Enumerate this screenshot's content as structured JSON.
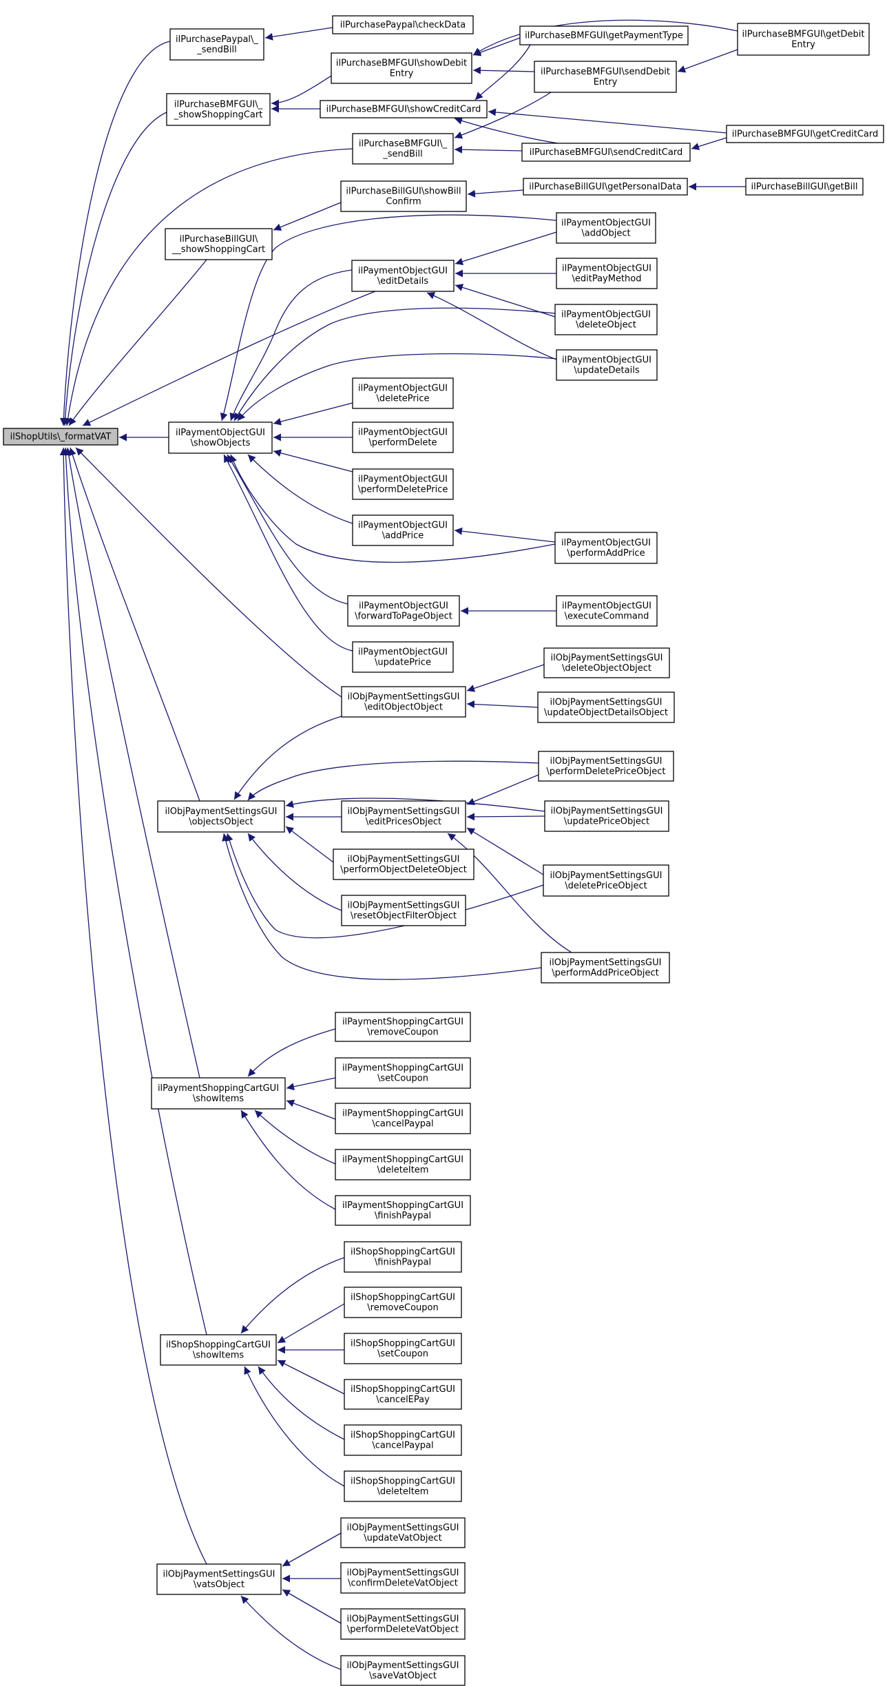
{
  "graph": {
    "edge_color": "#191970",
    "node_border_color": "#000000",
    "root_fill": "#bfbfbf",
    "node_fill": "#ffffff",
    "root": "root",
    "nodes": [
      {
        "id": "root",
        "lines": [
          "ilShopUtils\\_formatVAT"
        ]
      },
      {
        "id": "pp_send",
        "lines": [
          "ilPurchasePaypal\\_",
          "_sendBill"
        ]
      },
      {
        "id": "pp_check",
        "lines": [
          "ilPurchasePaypal\\checkData"
        ]
      },
      {
        "id": "bmf_cart",
        "lines": [
          "ilPurchaseBMFGUI\\_",
          "_showShoppingCart"
        ]
      },
      {
        "id": "bmf_showdebit",
        "lines": [
          "ilPurchaseBMFGUI\\showDebit",
          "Entry"
        ]
      },
      {
        "id": "bmf_paytype",
        "lines": [
          "ilPurchaseBMFGUI\\getPaymentType"
        ]
      },
      {
        "id": "bmf_getdebit",
        "lines": [
          "ilPurchaseBMFGUI\\getDebit",
          "Entry"
        ]
      },
      {
        "id": "bmf_senddebit",
        "lines": [
          "ilPurchaseBMFGUI\\sendDebit",
          "Entry"
        ]
      },
      {
        "id": "bmf_showcc",
        "lines": [
          "ilPurchaseBMFGUI\\showCreditCard"
        ]
      },
      {
        "id": "bmf_send",
        "lines": [
          "ilPurchaseBMFGUI\\_",
          "_sendBill"
        ]
      },
      {
        "id": "bmf_sendcc",
        "lines": [
          "ilPurchaseBMFGUI\\sendCreditCard"
        ]
      },
      {
        "id": "bmf_getcc",
        "lines": [
          "ilPurchaseBMFGUI\\getCreditCard"
        ]
      },
      {
        "id": "bill_cart",
        "lines": [
          "ilPurchaseBillGUI\\",
          "__showShoppingCart"
        ]
      },
      {
        "id": "bill_confirm",
        "lines": [
          "ilPurchaseBillGUI\\showBill",
          "Confirm"
        ]
      },
      {
        "id": "bill_personal",
        "lines": [
          "ilPurchaseBillGUI\\getPersonalData"
        ]
      },
      {
        "id": "bill_get",
        "lines": [
          "ilPurchaseBillGUI\\getBill"
        ]
      },
      {
        "id": "po_show",
        "lines": [
          "ilPaymentObjectGUI",
          "\\showObjects"
        ]
      },
      {
        "id": "po_add",
        "lines": [
          "ilPaymentObjectGUI",
          "\\addObject"
        ]
      },
      {
        "id": "po_edit",
        "lines": [
          "ilPaymentObjectGUI",
          "\\editDetails"
        ]
      },
      {
        "id": "po_paymethod",
        "lines": [
          "ilPaymentObjectGUI",
          "\\editPayMethod"
        ]
      },
      {
        "id": "po_delobj",
        "lines": [
          "ilPaymentObjectGUI",
          "\\deleteObject"
        ]
      },
      {
        "id": "po_update",
        "lines": [
          "ilPaymentObjectGUI",
          "\\updateDetails"
        ]
      },
      {
        "id": "po_delprice",
        "lines": [
          "ilPaymentObjectGUI",
          "\\deletePrice"
        ]
      },
      {
        "id": "po_perfdel",
        "lines": [
          "ilPaymentObjectGUI",
          "\\performDelete"
        ]
      },
      {
        "id": "po_perfdelprice",
        "lines": [
          "ilPaymentObjectGUI",
          "\\performDeletePrice"
        ]
      },
      {
        "id": "po_addprice",
        "lines": [
          "ilPaymentObjectGUI",
          "\\addPrice"
        ]
      },
      {
        "id": "po_perfadd",
        "lines": [
          "ilPaymentObjectGUI",
          "\\performAddPrice"
        ]
      },
      {
        "id": "po_fwd",
        "lines": [
          "ilPaymentObjectGUI",
          "\\forwardToPageObject"
        ]
      },
      {
        "id": "po_exec",
        "lines": [
          "ilPaymentObjectGUI",
          "\\executeCommand"
        ]
      },
      {
        "id": "po_updprice",
        "lines": [
          "ilPaymentObjectGUI",
          "\\updatePrice"
        ]
      },
      {
        "id": "ops_editobj",
        "lines": [
          "ilObjPaymentSettingsGUI",
          "\\editObjectObject"
        ]
      },
      {
        "id": "ops_delobj",
        "lines": [
          "ilObjPaymentSettingsGUI",
          "\\deleteObjectObject"
        ]
      },
      {
        "id": "ops_upddetails",
        "lines": [
          "ilObjPaymentSettingsGUI",
          "\\updateObjectDetailsObject"
        ]
      },
      {
        "id": "ops_objects",
        "lines": [
          "ilObjPaymentSettingsGUI",
          "\\objectsObject"
        ]
      },
      {
        "id": "ops_perfdelprice",
        "lines": [
          "ilObjPaymentSettingsGUI",
          "\\performDeletePriceObject"
        ]
      },
      {
        "id": "ops_editprices",
        "lines": [
          "ilObjPaymentSettingsGUI",
          "\\editPricesObject"
        ]
      },
      {
        "id": "ops_updprice",
        "lines": [
          "ilObjPaymentSettingsGUI",
          "\\updatePriceObject"
        ]
      },
      {
        "id": "ops_perfobjdel",
        "lines": [
          "ilObjPaymentSettingsGUI",
          "\\performObjectDeleteObject"
        ]
      },
      {
        "id": "ops_delprice",
        "lines": [
          "ilObjPaymentSettingsGUI",
          "\\deletePriceObject"
        ]
      },
      {
        "id": "ops_reset",
        "lines": [
          "ilObjPaymentSettingsGUI",
          "\\resetObjectFilterObject"
        ]
      },
      {
        "id": "ops_perfadd",
        "lines": [
          "ilObjPaymentSettingsGUI",
          "\\performAddPriceObject"
        ]
      },
      {
        "id": "psc_show",
        "lines": [
          "ilPaymentShoppingCartGUI",
          "\\showItems"
        ]
      },
      {
        "id": "psc_remove",
        "lines": [
          "ilPaymentShoppingCartGUI",
          "\\removeCoupon"
        ]
      },
      {
        "id": "psc_set",
        "lines": [
          "ilPaymentShoppingCartGUI",
          "\\setCoupon"
        ]
      },
      {
        "id": "psc_cancel",
        "lines": [
          "ilPaymentShoppingCartGUI",
          "\\cancelPaypal"
        ]
      },
      {
        "id": "psc_delete",
        "lines": [
          "ilPaymentShoppingCartGUI",
          "\\deleteItem"
        ]
      },
      {
        "id": "psc_finish",
        "lines": [
          "ilPaymentShoppingCartGUI",
          "\\finishPaypal"
        ]
      },
      {
        "id": "ssc_show",
        "lines": [
          "ilShopShoppingCartGUI",
          "\\showItems"
        ]
      },
      {
        "id": "ssc_finish",
        "lines": [
          "ilShopShoppingCartGUI",
          "\\finishPaypal"
        ]
      },
      {
        "id": "ssc_remove",
        "lines": [
          "ilShopShoppingCartGUI",
          "\\removeCoupon"
        ]
      },
      {
        "id": "ssc_set",
        "lines": [
          "ilShopShoppingCartGUI",
          "\\setCoupon"
        ]
      },
      {
        "id": "ssc_epay",
        "lines": [
          "ilShopShoppingCartGUI",
          "\\cancelEPay"
        ]
      },
      {
        "id": "ssc_cancel",
        "lines": [
          "ilShopShoppingCartGUI",
          "\\cancelPaypal"
        ]
      },
      {
        "id": "ssc_delete",
        "lines": [
          "ilShopShoppingCartGUI",
          "\\deleteItem"
        ]
      },
      {
        "id": "ops_vats",
        "lines": [
          "ilObjPaymentSettingsGUI",
          "\\vatsObject"
        ]
      },
      {
        "id": "ops_updvat",
        "lines": [
          "ilObjPaymentSettingsGUI",
          "\\updateVatObject"
        ]
      },
      {
        "id": "ops_confvat",
        "lines": [
          "ilObjPaymentSettingsGUI",
          "\\confirmDeleteVatObject"
        ]
      },
      {
        "id": "ops_perfvat",
        "lines": [
          "ilObjPaymentSettingsGUI",
          "\\performDeleteVatObject"
        ]
      },
      {
        "id": "ops_savevat",
        "lines": [
          "ilObjPaymentSettingsGUI",
          "\\saveVatObject"
        ]
      }
    ],
    "edges": [
      [
        "pp_send",
        "root"
      ],
      [
        "bmf_cart",
        "root"
      ],
      [
        "bmf_send",
        "root"
      ],
      [
        "bill_cart",
        "root"
      ],
      [
        "po_edit",
        "root"
      ],
      [
        "po_show",
        "root"
      ],
      [
        "ops_editobj",
        "root"
      ],
      [
        "ops_objects",
        "root"
      ],
      [
        "psc_show",
        "root"
      ],
      [
        "ssc_show",
        "root"
      ],
      [
        "ops_vats",
        "root"
      ],
      [
        "pp_check",
        "pp_send"
      ],
      [
        "bmf_showdebit",
        "bmf_cart"
      ],
      [
        "bmf_showcc",
        "bmf_cart"
      ],
      [
        "bmf_paytype",
        "bmf_showdebit"
      ],
      [
        "bmf_getdebit",
        "bmf_showdebit"
      ],
      [
        "bmf_senddebit",
        "bmf_showdebit"
      ],
      [
        "bmf_getdebit",
        "bmf_senddebit"
      ],
      [
        "bmf_paytype",
        "bmf_showcc"
      ],
      [
        "bmf_sendcc",
        "bmf_showcc"
      ],
      [
        "bmf_getcc",
        "bmf_showcc"
      ],
      [
        "bmf_senddebit",
        "bmf_send"
      ],
      [
        "bmf_sendcc",
        "bmf_send"
      ],
      [
        "bmf_getcc",
        "bmf_sendcc"
      ],
      [
        "bill_confirm",
        "bill_cart"
      ],
      [
        "bill_personal",
        "bill_confirm"
      ],
      [
        "bill_get",
        "bill_personal"
      ],
      [
        "po_add",
        "po_edit"
      ],
      [
        "po_paymethod",
        "po_edit"
      ],
      [
        "po_delobj",
        "po_edit"
      ],
      [
        "po_update",
        "po_edit"
      ],
      [
        "po_add",
        "po_show"
      ],
      [
        "po_edit",
        "po_show"
      ],
      [
        "po_delobj",
        "po_show"
      ],
      [
        "po_update",
        "po_show"
      ],
      [
        "po_delprice",
        "po_show"
      ],
      [
        "po_perfdel",
        "po_show"
      ],
      [
        "po_perfdelprice",
        "po_show"
      ],
      [
        "po_addprice",
        "po_show"
      ],
      [
        "po_perfadd",
        "po_show"
      ],
      [
        "po_fwd",
        "po_show"
      ],
      [
        "po_updprice",
        "po_show"
      ],
      [
        "po_perfadd",
        "po_addprice"
      ],
      [
        "po_exec",
        "po_fwd"
      ],
      [
        "ops_delobj",
        "ops_editobj"
      ],
      [
        "ops_upddetails",
        "ops_editobj"
      ],
      [
        "ops_editobj",
        "ops_objects"
      ],
      [
        "ops_perfdelprice",
        "ops_objects"
      ],
      [
        "ops_editprices",
        "ops_objects"
      ],
      [
        "ops_updprice",
        "ops_objects"
      ],
      [
        "ops_perfobjdel",
        "ops_objects"
      ],
      [
        "ops_reset",
        "ops_objects"
      ],
      [
        "ops_delprice",
        "ops_objects"
      ],
      [
        "ops_perfadd",
        "ops_objects"
      ],
      [
        "ops_perfdelprice",
        "ops_editprices"
      ],
      [
        "ops_updprice",
        "ops_editprices"
      ],
      [
        "ops_delprice",
        "ops_editprices"
      ],
      [
        "ops_perfadd",
        "ops_editprices"
      ],
      [
        "psc_remove",
        "psc_show"
      ],
      [
        "psc_set",
        "psc_show"
      ],
      [
        "psc_cancel",
        "psc_show"
      ],
      [
        "psc_delete",
        "psc_show"
      ],
      [
        "psc_finish",
        "psc_show"
      ],
      [
        "ssc_finish",
        "ssc_show"
      ],
      [
        "ssc_remove",
        "ssc_show"
      ],
      [
        "ssc_set",
        "ssc_show"
      ],
      [
        "ssc_epay",
        "ssc_show"
      ],
      [
        "ssc_cancel",
        "ssc_show"
      ],
      [
        "ssc_delete",
        "ssc_show"
      ],
      [
        "ops_updvat",
        "ops_vats"
      ],
      [
        "ops_confvat",
        "ops_vats"
      ],
      [
        "ops_perfvat",
        "ops_vats"
      ],
      [
        "ops_savevat",
        "ops_vats"
      ]
    ]
  }
}
